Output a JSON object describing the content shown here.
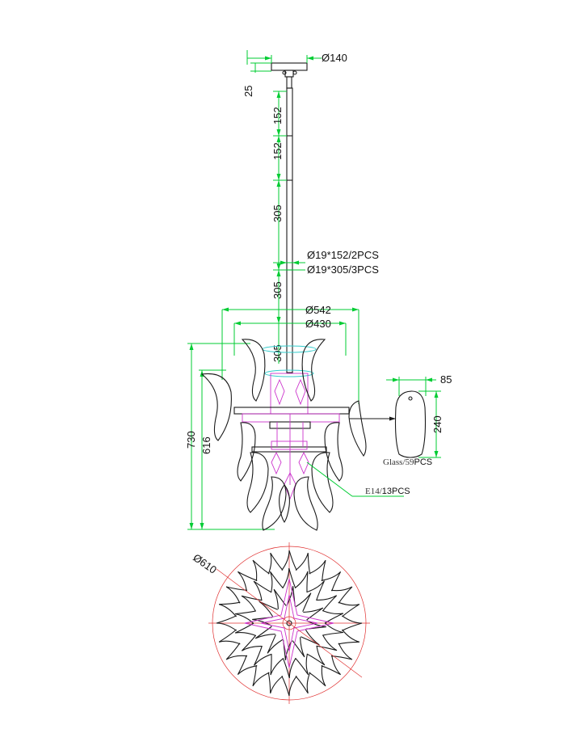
{
  "dimensions": {
    "canopy_diameter": "Ø140",
    "canopy_height": "25",
    "rod_segment_1": "152",
    "rod_segment_2": "152",
    "rod_segment_3": "305",
    "rod_segment_4": "305",
    "rod_segment_5": "305",
    "rod_spec_short": "Ø19*152/2PCS",
    "rod_spec_long": "Ø19*305/3PCS",
    "upper_diameter": "Ø542",
    "lower_diameter": "Ø430",
    "total_height": "730",
    "body_height": "616",
    "glass_width": "85",
    "glass_height": "240",
    "top_view_diameter": "Ø610"
  },
  "labels": {
    "glass_prefix": "Glass/59",
    "glass_suffix": "PCS",
    "bulb_prefix": "E14/",
    "bulb_suffix": "13PCS"
  },
  "colors": {
    "dimension": "#00cc33",
    "outline": "#1a1a1a",
    "inner_detail": "#cc33cc",
    "ring": "#33cccc",
    "top_circle": "#e03030"
  }
}
